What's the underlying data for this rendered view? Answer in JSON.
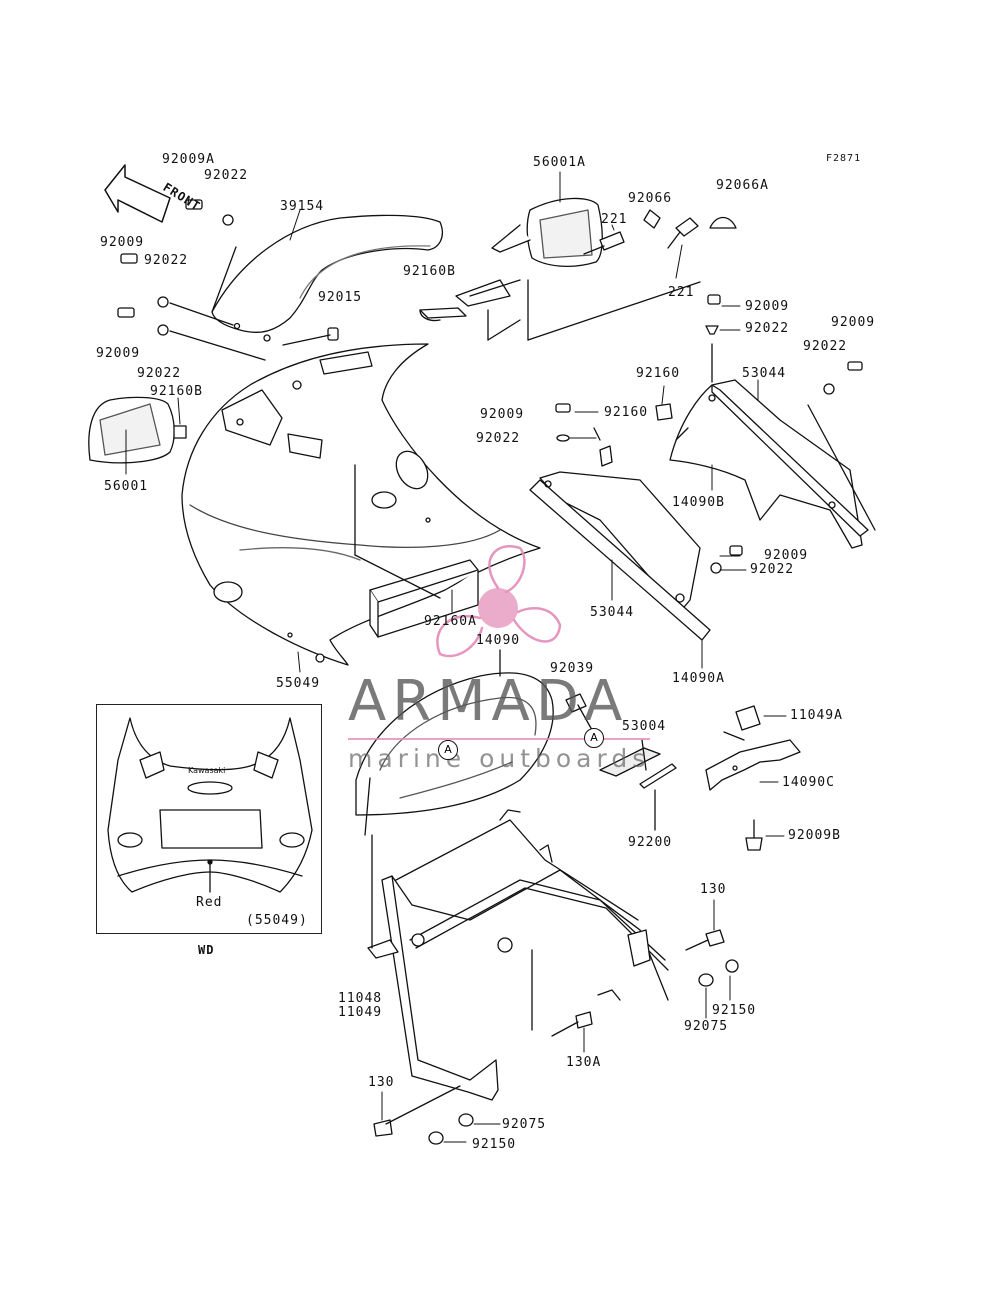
{
  "figure_code": "F2871",
  "front_label": "FRONT",
  "watermark": {
    "brand": "ARMADA",
    "tagline": "marine outboards",
    "accent_color": "#e38bb8"
  },
  "inset": {
    "caption": "WD",
    "part_ref": "(55049)",
    "callout": "Red",
    "emblem": "Kawasaki"
  },
  "ref_markers": [
    "A",
    "A"
  ],
  "part_labels": {
    "p92009A": "92009A",
    "p92022_a": "92022",
    "p39154": "39154",
    "p92009_a": "92009",
    "p92022_b": "92022",
    "p92015": "92015",
    "p92009_b": "92009",
    "p92022_c": "92022",
    "p92160B_a": "92160B",
    "p56001": "56001",
    "p56001A": "56001A",
    "p92066": "92066",
    "p92066A": "92066A",
    "p221_a": "221",
    "p221_b": "221",
    "p92160B_b": "92160B",
    "p92009_c": "92009",
    "p92022_d": "92022",
    "p92009_d": "92009",
    "p92022_e": "92022",
    "p92160_a": "92160",
    "p53044_a": "53044",
    "p92009_e": "92009",
    "p92160_b": "92160",
    "p92022_f": "92022",
    "p14090B": "14090B",
    "p92009_f": "92009",
    "p92022_g": "92022",
    "p53044_b": "53044",
    "p14090A": "14090A",
    "p92160A": "92160A",
    "p14090": "14090",
    "p55049": "55049",
    "p92039": "92039",
    "p53004": "53004",
    "p11049A": "11049A",
    "p14090C": "14090C",
    "p92200": "92200",
    "p92009B": "92009B",
    "p130_a": "130",
    "p11048": "11048",
    "p11049": "11049",
    "p92075_a": "92075",
    "p92150_a": "92150",
    "p130A": "130A",
    "p130_b": "130",
    "p92075_b": "92075",
    "p92150_b": "92150"
  }
}
